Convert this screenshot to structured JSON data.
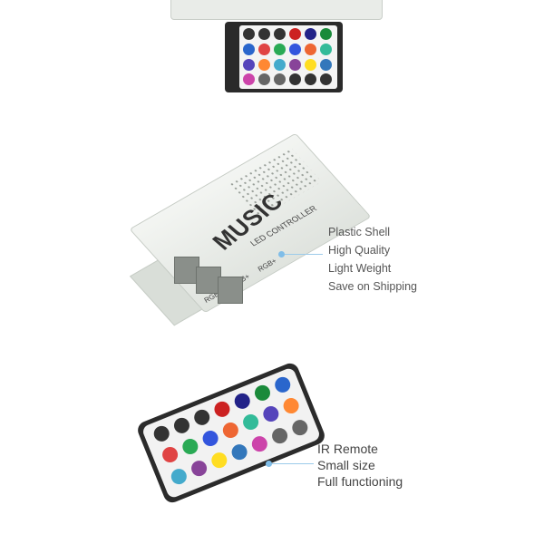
{
  "controller": {
    "brand_text": "MUSIC",
    "model_text": "LED CONTROLLER",
    "port_labels": [
      "RGB+",
      "RGB+",
      "RGB+"
    ]
  },
  "callouts": {
    "controller": [
      "Plastic Shell",
      "High Quality",
      "Light Weight",
      "Save on Shipping"
    ],
    "remote": [
      "IR Remote",
      "Small size",
      "Full functioning"
    ]
  },
  "colors": {
    "accent_dot": "#7fbde8",
    "text": "#555555"
  },
  "remote_buttons": [
    "#333333",
    "#333333",
    "#333333",
    "#cc2222",
    "#222288",
    "#1a8a3a",
    "#2a66cc",
    "#e04444",
    "#2aaa55",
    "#3355dd",
    "#ee6633",
    "#33bb99",
    "#5544bb",
    "#ff8833",
    "#44aacc",
    "#884499",
    "#ffdd22",
    "#3377bb",
    "#cc44aa",
    "#666666",
    "#666666"
  ]
}
